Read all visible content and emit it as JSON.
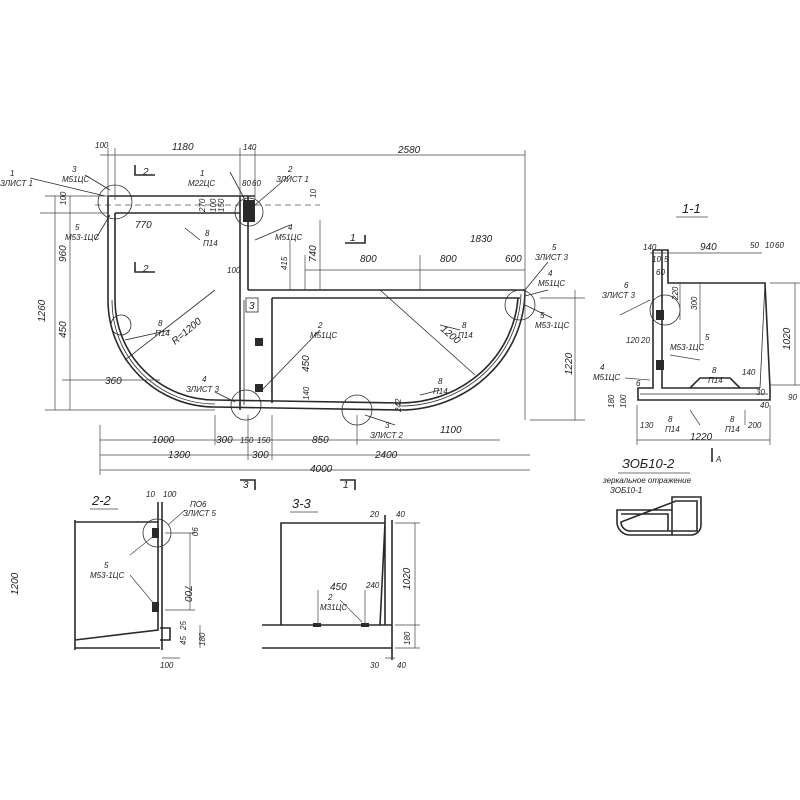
{
  "plan": {
    "dims": [
      "100",
      "1180",
      "140",
      "2580",
      "100",
      "960",
      "450",
      "1260",
      "770",
      "270",
      "100",
      "150",
      "80",
      "60",
      "10",
      "740",
      "415",
      "100",
      "800",
      "800",
      "600",
      "1830",
      "1220",
      "450",
      "140",
      "242",
      "R=1200",
      "1200",
      "360",
      "1000",
      "300",
      "150",
      "150",
      "850",
      "1100",
      "1300",
      "300",
      "2400",
      "4000"
    ],
    "callouts": [
      {
        "num": "1",
        "den": "ЗЛИСТ 1"
      },
      {
        "num": "3",
        "den": "М51ЦС"
      },
      {
        "num": "5",
        "den": "М53-1ЦС"
      },
      {
        "num": "1",
        "den": "М22ЦС"
      },
      {
        "num": "2",
        "den": "ЗЛИСТ 1"
      },
      {
        "num": "8",
        "den": "П14"
      },
      {
        "num": "4",
        "den": "М51ЦС"
      },
      {
        "num": "2",
        "den": "М51ЦС"
      },
      {
        "num": "8",
        "den": "П14"
      },
      {
        "num": "4",
        "den": "ЗЛИСТ 3"
      },
      {
        "num": "3",
        "den": "ЗЛИСТ 2"
      },
      {
        "num": "8",
        "den": "П14"
      },
      {
        "num": "8",
        "den": "П14"
      },
      {
        "num": "5",
        "den": "ЗЛИСТ 3"
      },
      {
        "num": "4",
        "den": "М51ЦС"
      },
      {
        "num": "5",
        "den": "М53-1ЦС"
      }
    ],
    "section_marks": [
      "2",
      "2",
      "1",
      "3",
      "3",
      "1"
    ]
  },
  "section_1_1": {
    "title": "1-1",
    "dims": [
      "140",
      "940",
      "50",
      "10",
      "60",
      "10",
      "5",
      "60",
      "220",
      "300",
      "120",
      "20",
      "6",
      "140",
      "1020",
      "130",
      "1220",
      "200",
      "180",
      "100",
      "30",
      "40",
      "90"
    ],
    "callouts": [
      {
        "num": "6",
        "den": "ЗЛИСТ 3"
      },
      {
        "num": "5",
        "den": "М53-1ЦС"
      },
      {
        "num": "4",
        "den": "М51ЦС"
      },
      {
        "num": "8",
        "den": "П14"
      },
      {
        "num": "8",
        "den": "П14"
      },
      {
        "num": "8",
        "den": "П14"
      }
    ],
    "view_mark": "А"
  },
  "variant": {
    "title": "ЗОБ10-2",
    "note": "зеркальное отражение",
    "ref": "ЗОБ10-1"
  },
  "section_2_2": {
    "title": "2-2",
    "dims": [
      "10",
      "100",
      "90",
      "700",
      "1200",
      "25",
      "45",
      "180",
      "100"
    ],
    "callouts": [
      {
        "num": "ПО6",
        "den": "ЗЛИСТ 5"
      },
      {
        "num": "5",
        "den": "М53-1ЦС"
      }
    ]
  },
  "section_3_3": {
    "title": "3-3",
    "dims": [
      "20",
      "40",
      "1020",
      "450",
      "240",
      "180",
      "30",
      "40"
    ],
    "callouts": [
      {
        "num": "2",
        "den": "М31ЦС"
      }
    ]
  }
}
